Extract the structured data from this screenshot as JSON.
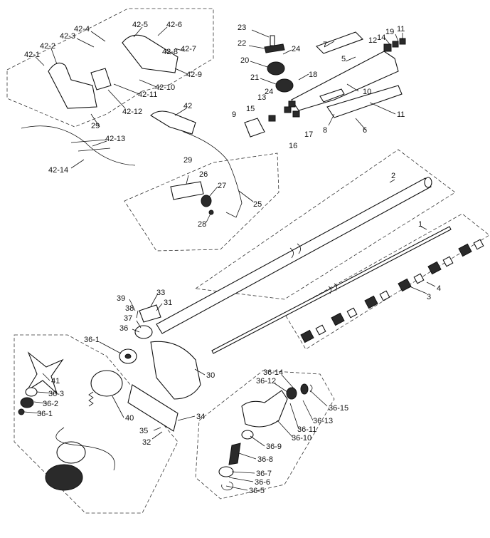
{
  "labels": {
    "l42_1": "42-1",
    "l42_2": "42-2",
    "l42_3": "42-3",
    "l42_4": "42-4",
    "l42_5": "42-5",
    "l42_6": "42-6",
    "l42_7": "42-7",
    "l42_8": "42-8",
    "l42_9": "42-9",
    "l42_10": "42-10",
    "l42_11": "42-11",
    "l42_12": "42-12",
    "l42_13": "42-13",
    "l42_14": "42-14",
    "l42": "42",
    "l29a": "29",
    "l29b": "29",
    "l23": "23",
    "l22": "22",
    "l24a": "24",
    "l20": "20",
    "l21": "21",
    "l18": "18",
    "l24b": "24",
    "l13": "13",
    "l15": "15",
    "l9": "9",
    "l16": "16",
    "l17": "17",
    "l7": "7",
    "l5": "5",
    "l10": "10",
    "l8": "8",
    "l6": "6",
    "l11a": "11",
    "l11b": "11",
    "l12": "12",
    "l14": "14",
    "l19": "19",
    "l26": "26",
    "l27": "27",
    "l28": "28",
    "l25": "25",
    "l2": "2",
    "l1": "1",
    "l4": "4",
    "l3": "3",
    "l39": "39",
    "l33": "33",
    "l38": "38",
    "l31": "31",
    "l37": "37",
    "l36": "36",
    "l36_1a": "36-1",
    "l41": "41",
    "l36_3": "36-3",
    "l36_2": "36-2",
    "l36_1b": "36-1",
    "l40": "40",
    "l30": "30",
    "l35": "35",
    "l32": "32",
    "l34": "34",
    "l36_14": "36-14",
    "l36_12": "36-12",
    "l36_15": "36-15",
    "l36_13": "36-13",
    "l36_11": "36-11",
    "l36_10": "36-10",
    "l36_9": "36-9",
    "l36_8": "36-8",
    "l36_7": "36-7",
    "l36_6": "36-6",
    "l36_5": "36-5"
  },
  "colors": {
    "line": "#111111",
    "fill_dark": "#2a2a2a",
    "background": "#ffffff"
  }
}
